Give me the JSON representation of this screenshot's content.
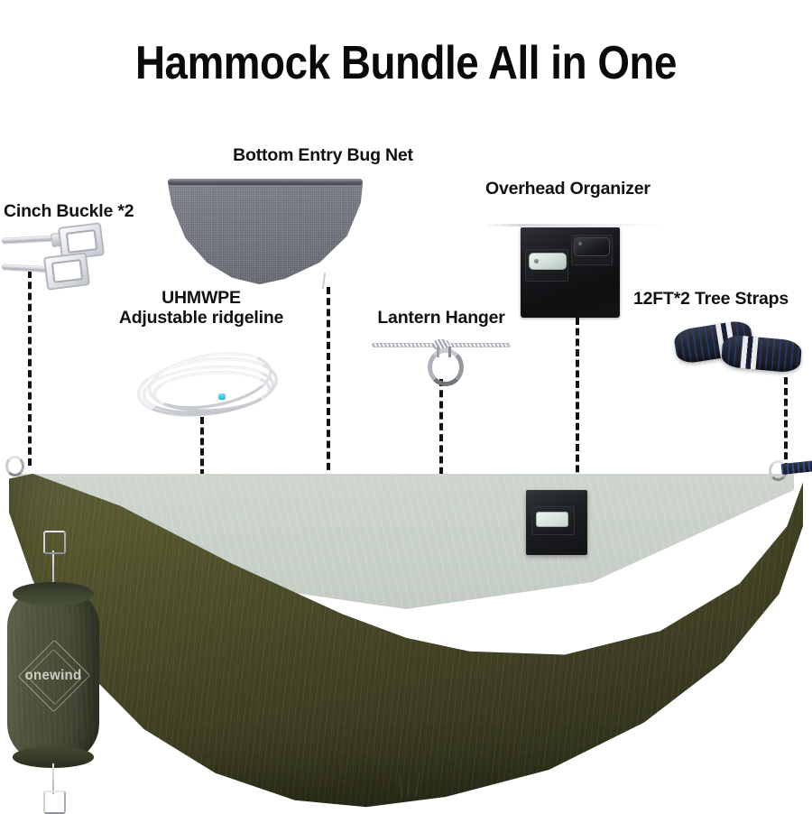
{
  "page": {
    "title": "Hammock Bundle All in One",
    "background_color": "#ffffff",
    "brand": "onewind"
  },
  "callouts": [
    {
      "id": "cinch-buckle",
      "label": "Cinch Buckle *2",
      "align": "left"
    },
    {
      "id": "bug-net",
      "label": "Bottom Entry Bug Net",
      "align": "center"
    },
    {
      "id": "overhead-organizer",
      "label": "Overhead Organizer",
      "align": "left"
    },
    {
      "id": "ridgeline",
      "label": "UHMWPE\nAdjustable ridgeline",
      "align": "center"
    },
    {
      "id": "lantern-hanger",
      "label": "Lantern Hanger",
      "align": "center"
    },
    {
      "id": "tree-straps",
      "label": "12FT*2 Tree Straps",
      "align": "left"
    }
  ],
  "components": {
    "cinch_buckle": {
      "name": "Cinch Buckle *2",
      "quantity": 2,
      "color": "#d8dade"
    },
    "bug_net": {
      "name": "Bottom Entry Bug Net",
      "color": "#5f646d"
    },
    "overhead_organizer": {
      "name": "Overhead Organizer",
      "color": "#17181a",
      "pockets": 2
    },
    "ridgeline": {
      "name": "UHMWPE Adjustable ridgeline",
      "color": "#eceef1",
      "marker_color": "#23b6e0"
    },
    "lantern_hanger": {
      "name": "Lantern Hanger",
      "color": "#a5a9b0"
    },
    "tree_straps": {
      "name": "12FT*2 Tree Straps",
      "length": "12FT",
      "quantity": 2,
      "color": "#23262e",
      "accent_color": "#2a4a96"
    },
    "hammock": {
      "name": "Hammock",
      "outer_color": "#4a4b28",
      "inner_color": "#c6cfc6"
    },
    "stuff_sack": {
      "name": "Stuff Sack",
      "color": "#4f553d",
      "logo": "onewind"
    }
  },
  "brand_logo": {
    "text": "onewind"
  }
}
